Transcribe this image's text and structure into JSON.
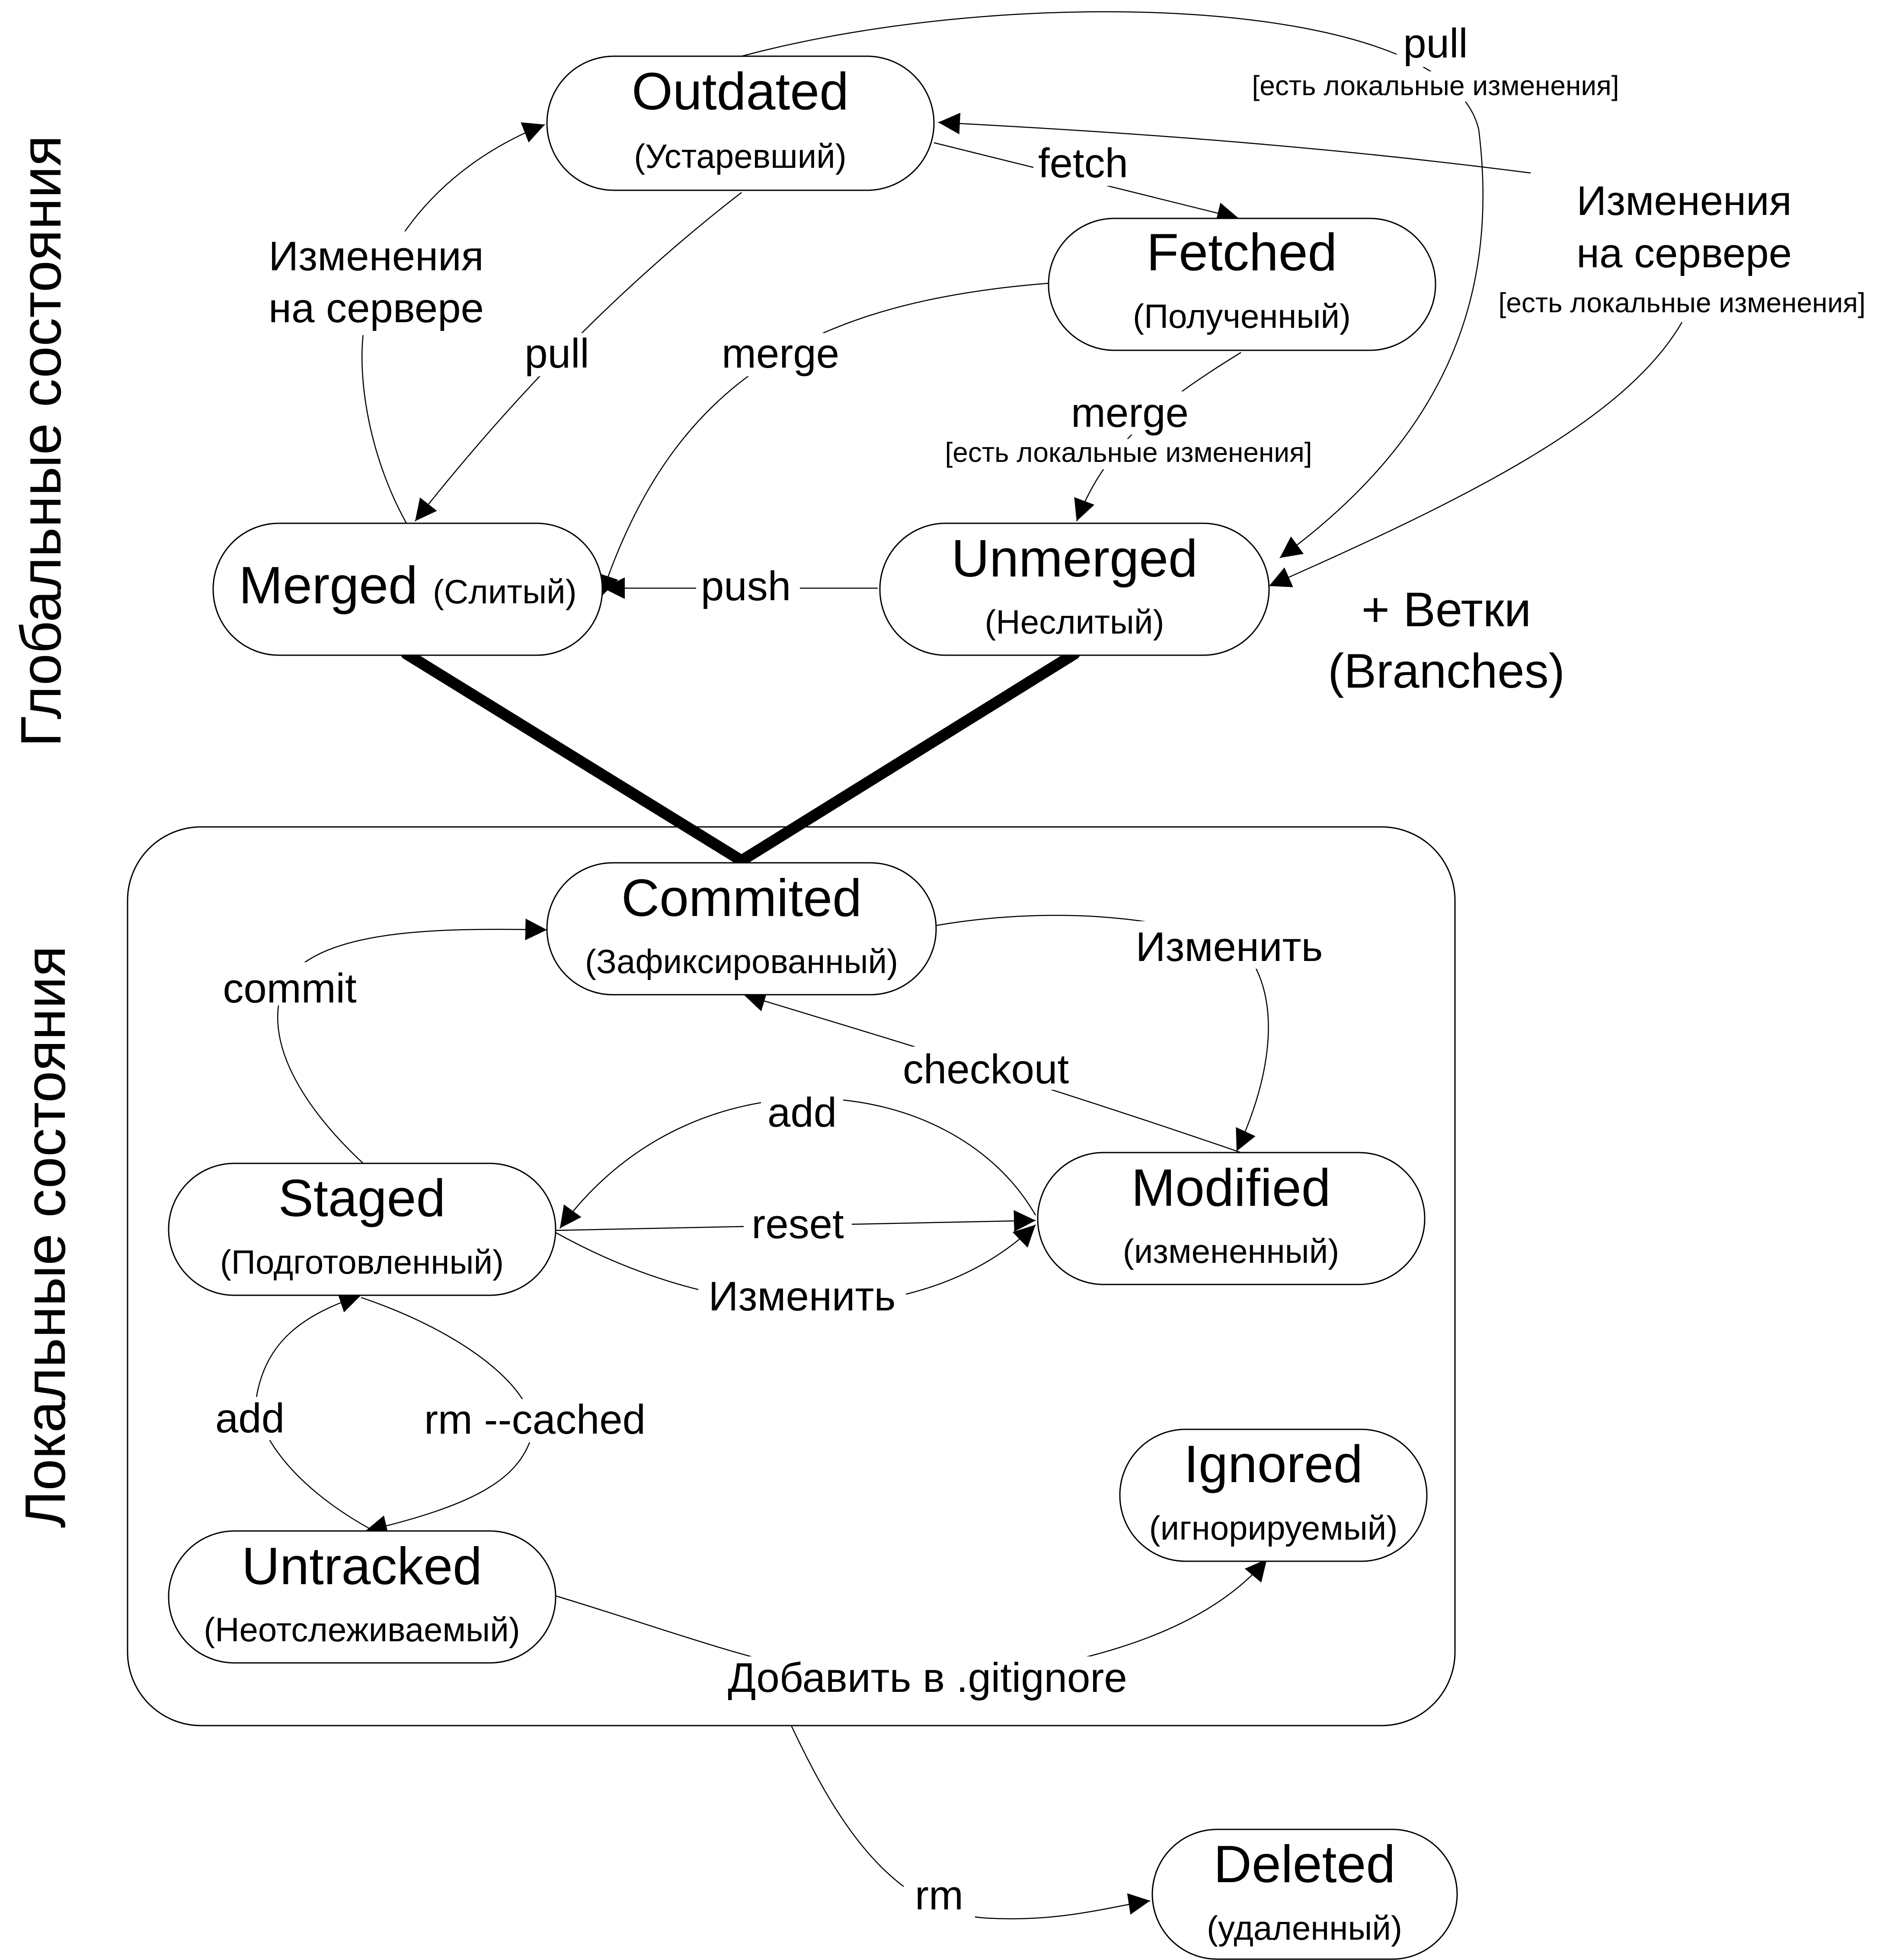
{
  "side_labels": {
    "global": "Глобальные состояния",
    "local": "Локальные состояния"
  },
  "states": {
    "outdated": {
      "title": "Outdated",
      "subtitle": "(Устаревший)"
    },
    "fetched": {
      "title": "Fetched",
      "subtitle": "(Полученный)"
    },
    "merged": {
      "title": "Merged",
      "subtitle": "(Слитый)"
    },
    "unmerged": {
      "title": "Unmerged",
      "subtitle": "(Неслитый)"
    },
    "commited": {
      "title": "Commited",
      "subtitle": "(Зафиксированный)"
    },
    "staged": {
      "title": "Staged",
      "subtitle": "(Подготовленный)"
    },
    "modified": {
      "title": "Modified",
      "subtitle": "(измененный)"
    },
    "untracked": {
      "title": "Untracked",
      "subtitle": "(Неотслеживаемый)"
    },
    "ignored": {
      "title": "Ignored",
      "subtitle": "(игнорируемый)"
    },
    "deleted": {
      "title": "Deleted",
      "subtitle": "(удаленный)"
    }
  },
  "branches": {
    "line1": "+ Ветки",
    "line2": "(Branches)"
  },
  "transitions": {
    "pull_top": "pull",
    "local_changes": "[есть локальные изменения]",
    "fetch": "fetch",
    "server_changes_left_1": "Изменения",
    "server_changes_left_2": "на сервере",
    "server_changes_right_1": "Изменения",
    "server_changes_right_2": "на сервере",
    "pull": "pull",
    "merge": "merge",
    "merge_local": "merge",
    "push": "push",
    "commit": "commit",
    "modify_top": "Изменить",
    "checkout": "checkout",
    "add_top": "add",
    "reset": "reset",
    "modify_bottom": "Изменить",
    "add_left": "add",
    "rm_cached": "rm --cached",
    "add_gitignore": "Добавить в .gitignore",
    "rm": "rm"
  }
}
